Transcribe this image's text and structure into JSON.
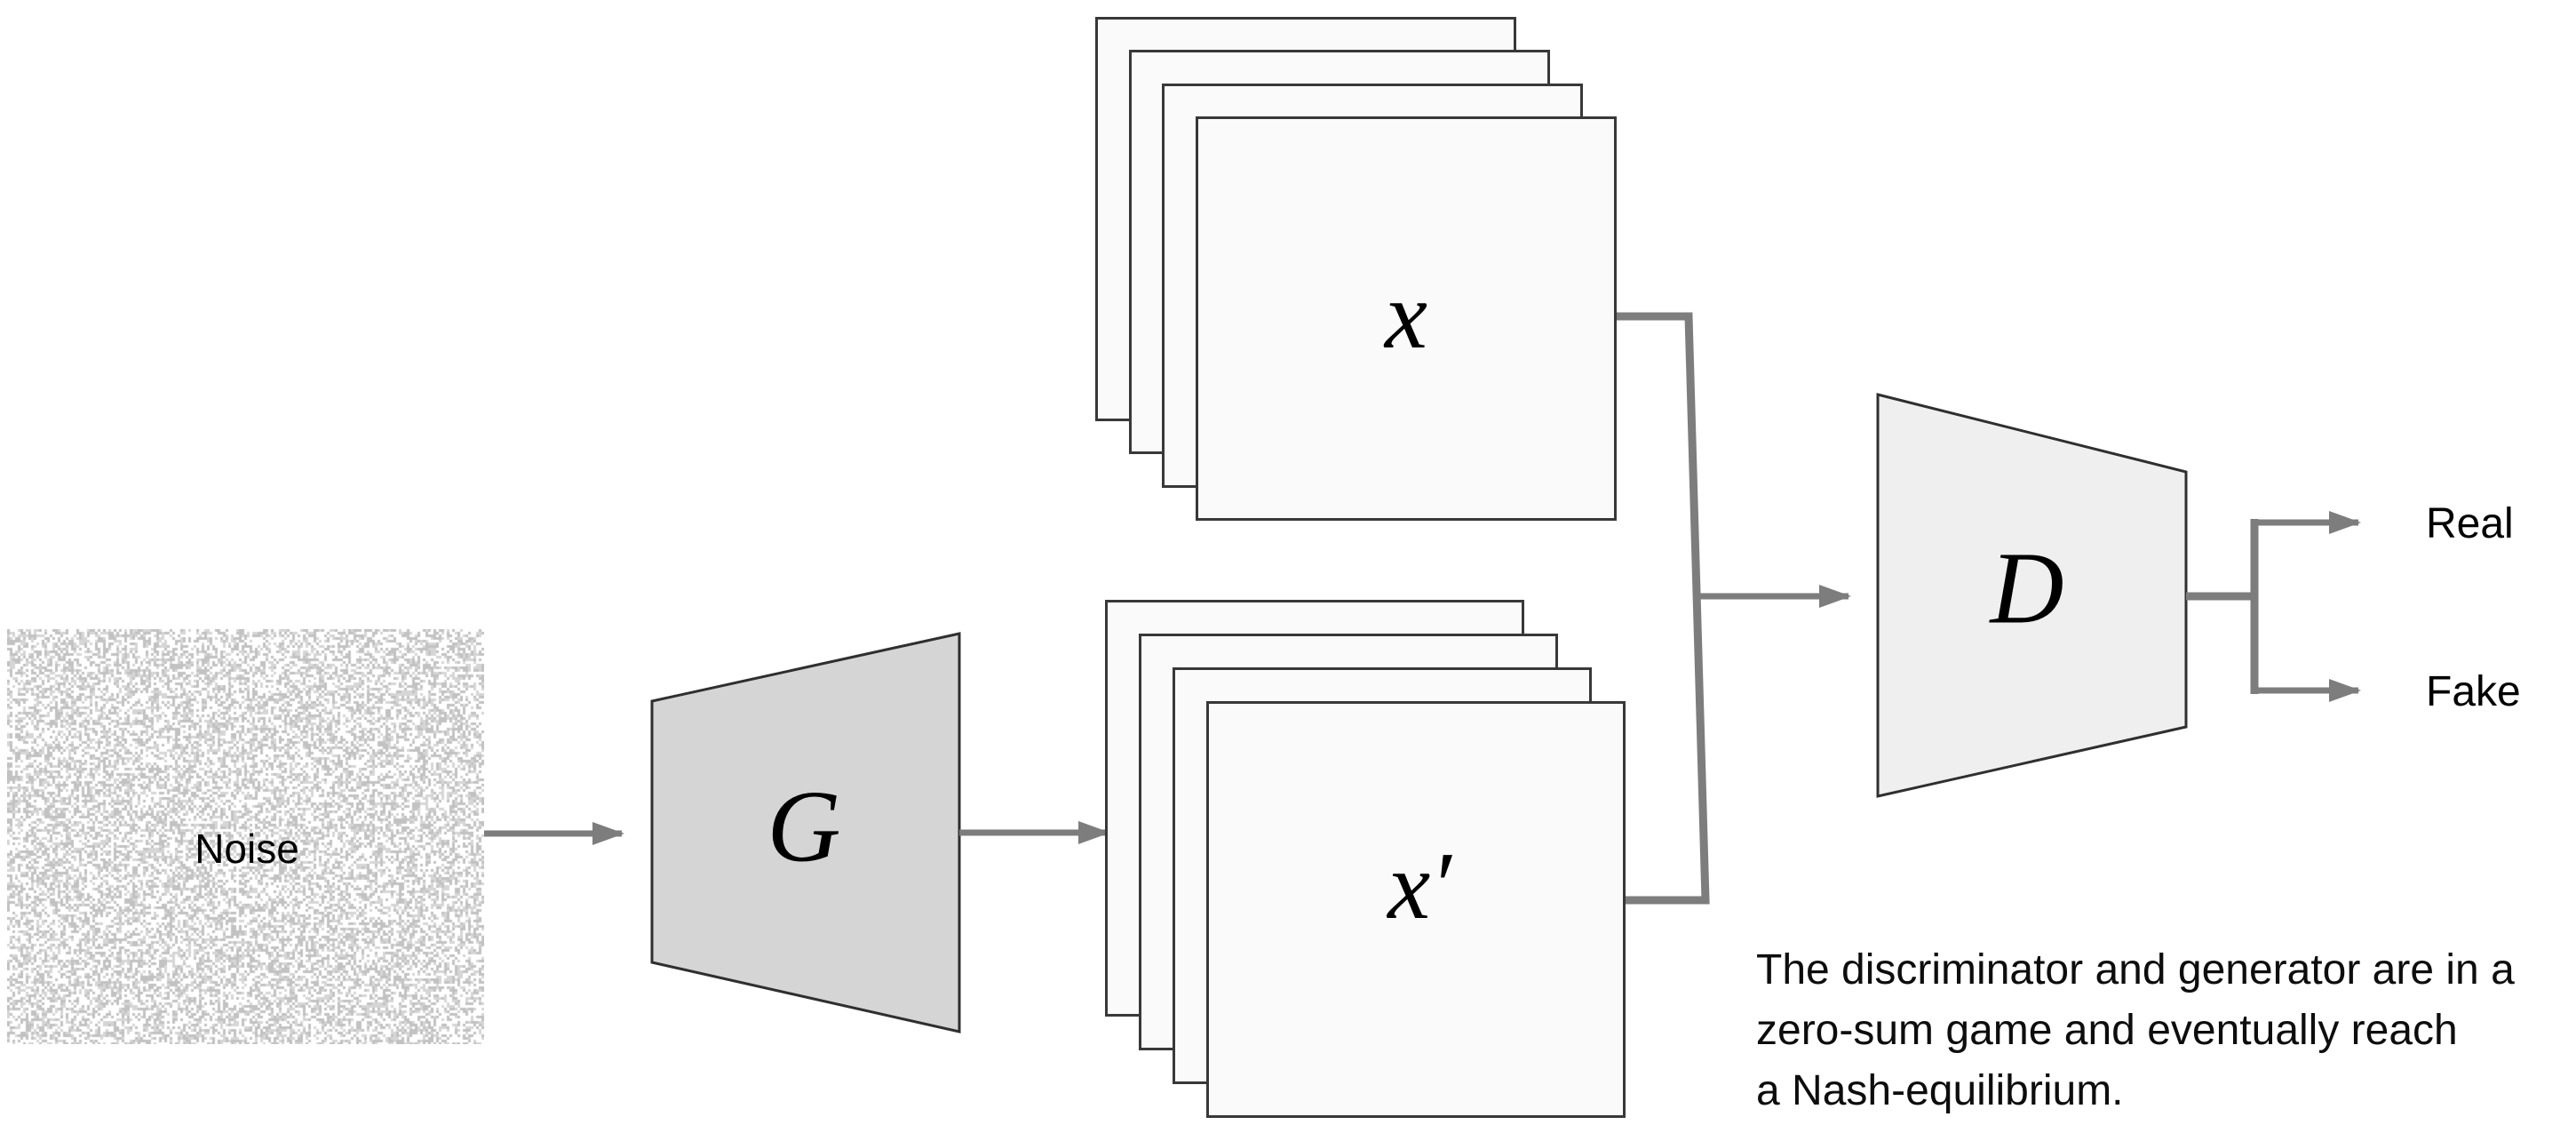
{
  "nodes": {
    "noise": {
      "label": "Noise"
    },
    "generator": {
      "label": "G"
    },
    "real_batch": {
      "label": "x"
    },
    "generated_batch": {
      "label": "x′"
    },
    "discriminator": {
      "label": "D"
    }
  },
  "outputs": {
    "real": "Real",
    "fake": "Fake"
  },
  "caption": {
    "lines": [
      "The discriminator and generator are in a",
      "zero-sum game and eventually reach",
      "a Nash-equilibrium."
    ]
  },
  "colors": {
    "connector": "#7d7d7d",
    "generator_fill": "#d5d5d5",
    "discriminator_fill": "#efefef",
    "card_fill": "#fafafa",
    "shape_border": "#2f2f2f",
    "card_border": "#383838",
    "noise_speckle_dark": "#c2c2c2",
    "noise_speckle_light": "#d6d6d6",
    "text": "#000000"
  }
}
